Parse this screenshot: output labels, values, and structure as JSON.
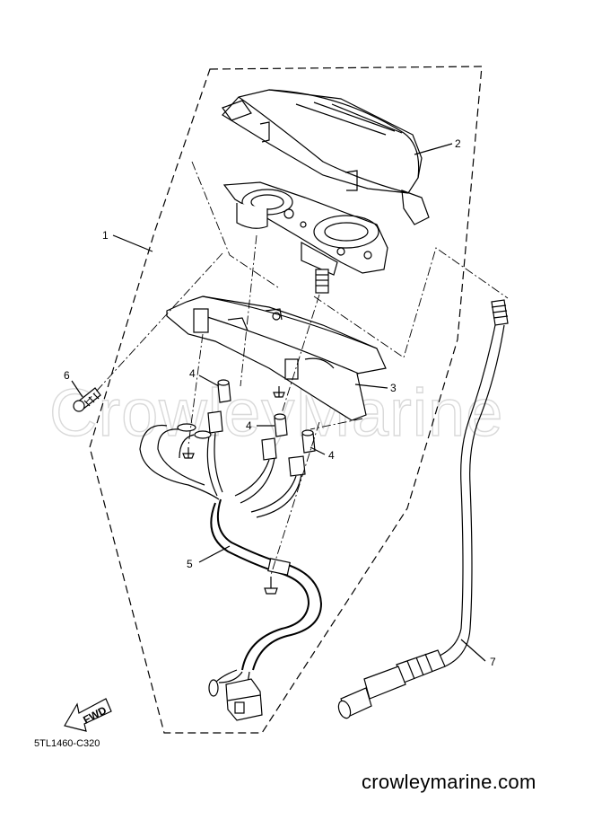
{
  "watermark": "CrowleyMarine",
  "callouts": [
    "1",
    "2",
    "3",
    "4",
    "4",
    "4",
    "5",
    "6",
    "7"
  ],
  "fwd_arrow_text": "FWD",
  "diagram_code": "5TL1460-C320",
  "site_url": "crowleymarine.com"
}
